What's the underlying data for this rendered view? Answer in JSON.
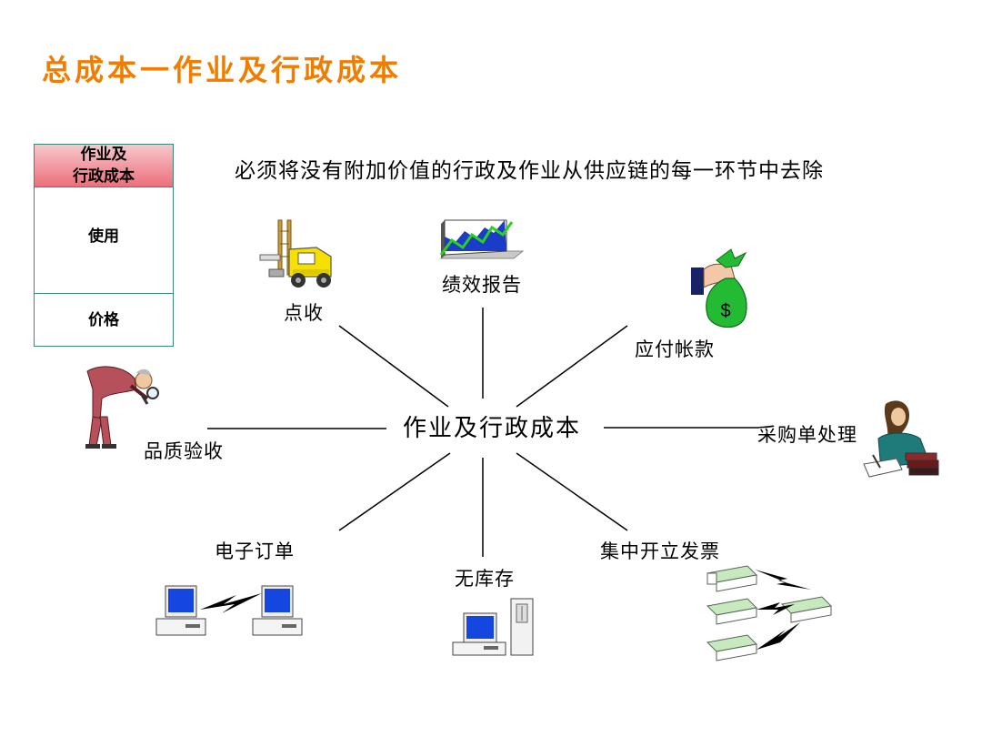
{
  "title": "总成本一作业及行政成本",
  "subtitle": "必须将没有附加价值的行政及作业从供应链的每一环节中去除",
  "side_boxes": {
    "header_line1": "作业及",
    "header_line2": "行政成本",
    "use": "使用",
    "price": "价格"
  },
  "center": "作业及行政成本",
  "nodes": {
    "receiving": "点收",
    "performance_report": "绩效报告",
    "accounts_payable": "应付帐款",
    "quality_inspection": "品质验收",
    "purchase_order": "采购单处理",
    "electronic_order": "电子订单",
    "no_inventory": "无库存",
    "central_invoice": "集中开立发票"
  },
  "icons": {
    "receiving": "forklift-icon",
    "performance_report": "chart-icon",
    "accounts_payable": "money-bag-icon",
    "quality_inspection": "inspector-icon",
    "purchase_order": "clerk-icon",
    "electronic_order": "networked-computers-icon",
    "no_inventory": "computer-icon",
    "central_invoice": "invoice-stacks-icon"
  },
  "colors": {
    "title": "#f07d00",
    "box_border": "#3a8a7a",
    "box_header_fill": "#ec6f7b",
    "money_bag": "#22bb33",
    "forklift": "#f5e000",
    "screen": "#1646e0"
  }
}
